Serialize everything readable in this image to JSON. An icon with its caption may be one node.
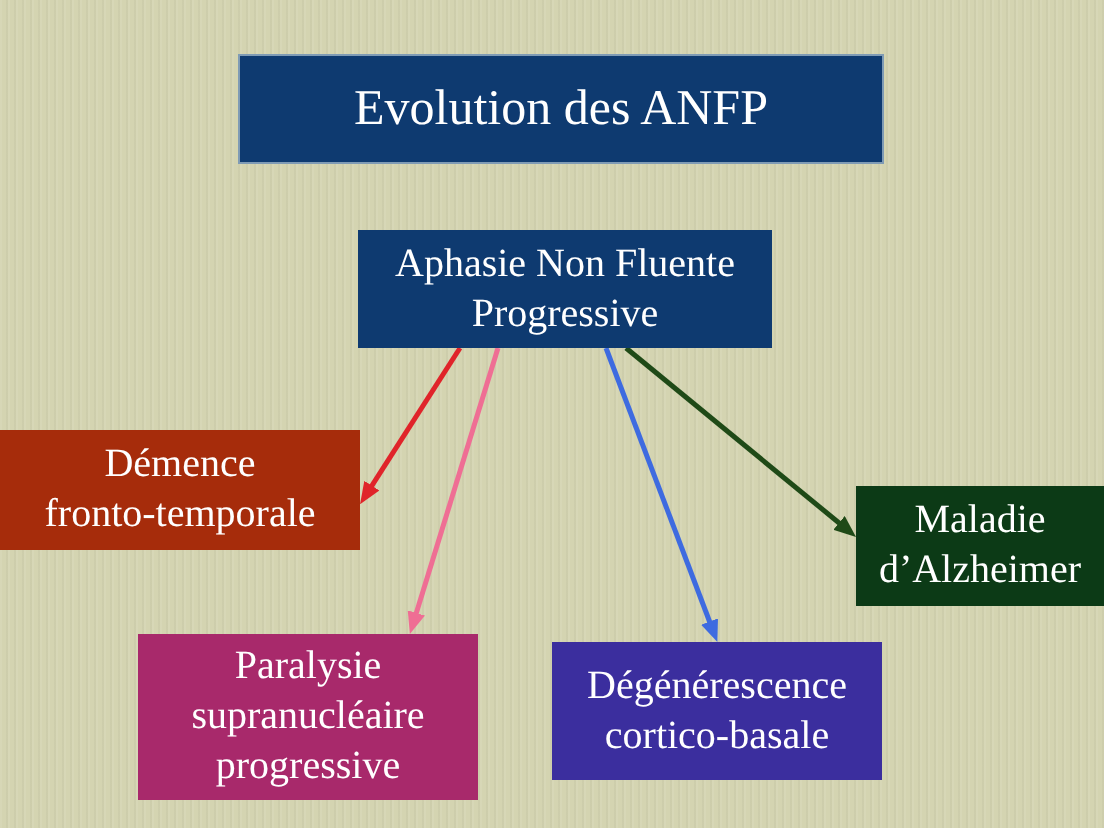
{
  "diagram": {
    "title": "Evolution des ANFP",
    "nodes": [
      {
        "text": [
          "Aphasie Non Fluente Progressive"
        ]
      },
      {
        "text": [
          "Démence fronto-temporale"
        ]
      },
      {
        "text": [
          "Maladie d’Alzheimer"
        ]
      },
      {
        "text": [
          "Paralysie supranucléaire progressive"
        ]
      },
      {
        "text": [
          "Dégénérescence cortico-basale"
        ]
      }
    ],
    "edges": [
      {
        "from": 0,
        "to": 1,
        "arrow": "to",
        "color": "#e0242a"
      },
      {
        "from": 0,
        "to": 3,
        "arrow": "to",
        "color": "#ef6e94"
      },
      {
        "from": 0,
        "to": 4,
        "arrow": "to",
        "color": "#3e6be0"
      },
      {
        "from": 0,
        "to": 2,
        "arrow": "to",
        "color": "#1f4a17"
      }
    ]
  }
}
